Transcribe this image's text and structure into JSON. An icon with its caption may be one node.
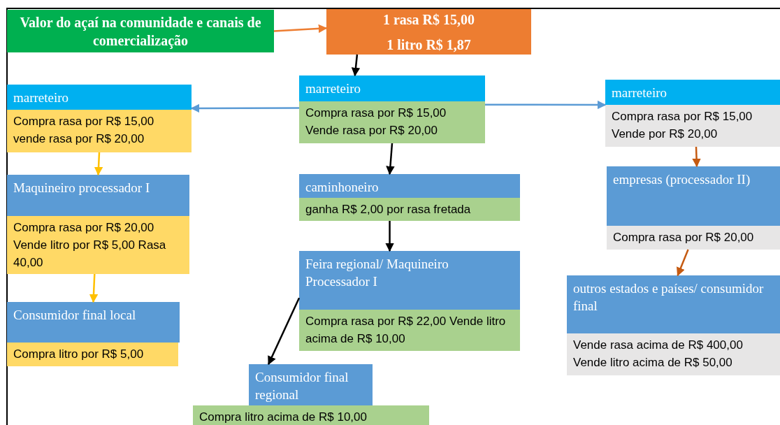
{
  "diagram": {
    "nodes": [
      {
        "text": [
          "Valor do açaí na comunidade e canais de comercialização"
        ]
      },
      {
        "text": [
          "1 rasa R$ 15,00",
          "1 litro R$ 1,87"
        ]
      },
      {
        "text": [
          "marreteiro",
          "Compra rasa por R$ 15,00 vende rasa por R$ 20,00"
        ]
      },
      {
        "text": [
          "marreteiro",
          "Compra rasa por R$ 15,00 Vende rasa por R$ 20,00"
        ]
      },
      {
        "text": [
          "marreteiro",
          "Compra rasa por R$ 15,00 Vende por R$ 20,00"
        ]
      },
      {
        "text": [
          "Maquineiro processador I",
          "Compra rasa por R$ 20,00 Vende litro por R$ 5,00 Rasa 40,00"
        ]
      },
      {
        "text": [
          "caminhoneiro",
          "ganha R$ 2,00 por rasa fretada"
        ]
      },
      {
        "text": [
          "empresas (processador II)",
          "Compra rasa por R$ 20,00"
        ]
      },
      {
        "text": [
          "Feira regional/ Maquineiro Processador I",
          "Compra rasa por R$ 22,00 Vende litro acima de R$ 10,00"
        ]
      },
      {
        "text": [
          "outros estados e países/ consumidor final",
          "Vende rasa acima de R$ 400,00 Vende litro acima de R$ 50,00"
        ]
      },
      {
        "text": [
          "Consumidor final local",
          "Compra litro por R$ 5,00"
        ]
      },
      {
        "text": [
          "Consumidor final regional",
          "Compra litro acima de R$ 10,00"
        ]
      }
    ],
    "edges": [
      {
        "from": 0,
        "to": 1,
        "arrow": "to",
        "color": "#ed7d31"
      },
      {
        "from": 1,
        "to": 3,
        "arrow": "to"
      },
      {
        "from": 3,
        "to": 2,
        "arrow": "to",
        "color": "#5b9bd5"
      },
      {
        "from": 3,
        "to": 4,
        "arrow": "to",
        "color": "#5b9bd5"
      },
      {
        "from": 2,
        "to": 5,
        "arrow": "to",
        "color": "#ffc000"
      },
      {
        "from": 5,
        "to": 10,
        "arrow": "to",
        "color": "#ffc000"
      },
      {
        "from": 3,
        "to": 6,
        "arrow": "to"
      },
      {
        "from": 6,
        "to": 8,
        "arrow": "to"
      },
      {
        "from": 8,
        "to": 11,
        "arrow": "to"
      },
      {
        "from": 4,
        "to": 7,
        "arrow": "to",
        "color": "#c55a11"
      },
      {
        "from": 7,
        "to": 9,
        "arrow": "to",
        "color": "#c55a11"
      }
    ]
  }
}
